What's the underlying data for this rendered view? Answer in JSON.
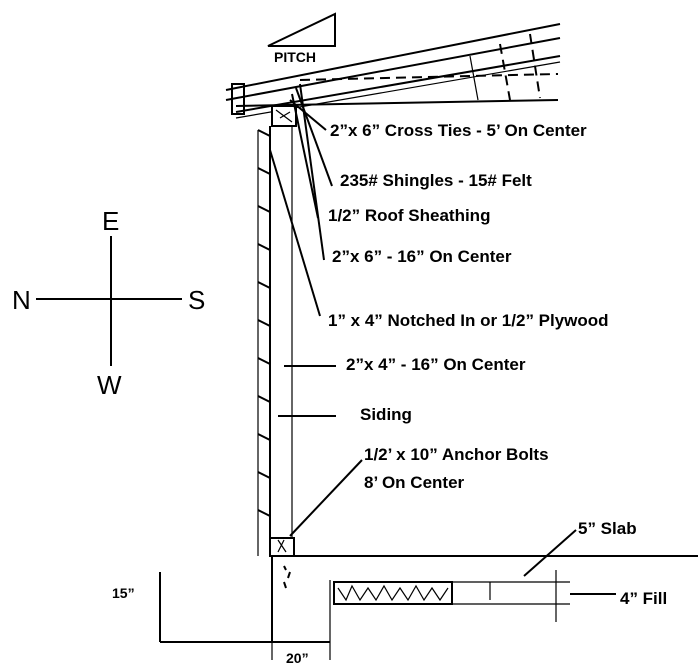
{
  "pitch_label": "PITCH",
  "compass": {
    "north": "N",
    "south": "S",
    "east": "E",
    "west": "W"
  },
  "callouts": {
    "cross_ties": "2”x 6” Cross Ties - 5’ On Center",
    "shingles": "235# Shingles - 15# Felt",
    "roof_sheathing": "1/2” Roof Sheathing",
    "rafters": "2”x 6” - 16” On Center",
    "notched": "1” x 4” Notched In or 1/2” Plywood",
    "studs": "2”x 4”  - 16” On Center",
    "siding": "Siding",
    "anchor_line1": "1/2’ x 10” Anchor Bolts",
    "anchor_line2": "8’ On Center",
    "slab": "5” Slab",
    "fill": "4” Fill"
  },
  "dimensions": {
    "footing_depth": "15”",
    "footing_width": "20”"
  }
}
